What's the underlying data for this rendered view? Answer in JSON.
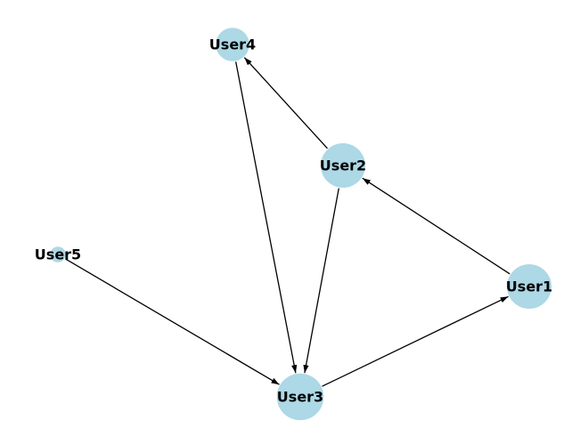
{
  "graph": {
    "directed": true,
    "node_color": "#ADD8E6",
    "edge_color": "#000000",
    "label_color": "#000000",
    "nodes": [
      {
        "id": "User1",
        "label": "User1",
        "relative_size": 1.0
      },
      {
        "id": "User2",
        "label": "User2",
        "relative_size": 1.0
      },
      {
        "id": "User3",
        "label": "User3",
        "relative_size": 1.05
      },
      {
        "id": "User4",
        "label": "User4",
        "relative_size": 0.75
      },
      {
        "id": "User5",
        "label": "User5",
        "relative_size": 0.35
      }
    ],
    "edges": [
      {
        "source": "User1",
        "target": "User2"
      },
      {
        "source": "User2",
        "target": "User4"
      },
      {
        "source": "User2",
        "target": "User3"
      },
      {
        "source": "User4",
        "target": "User3"
      },
      {
        "source": "User5",
        "target": "User3"
      },
      {
        "source": "User3",
        "target": "User1"
      }
    ]
  }
}
